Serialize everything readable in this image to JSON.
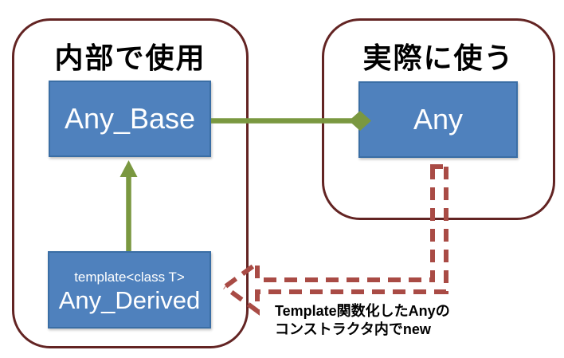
{
  "diagram": {
    "groups": {
      "internal": {
        "title": "内部で使用"
      },
      "actual": {
        "title": "実際に使う"
      }
    },
    "nodes": {
      "any_base": {
        "label": "Any_Base"
      },
      "any": {
        "label": "Any"
      },
      "any_derived": {
        "label": "Any_Derived",
        "stereotype": "template<class T>"
      }
    },
    "edges": [
      {
        "from": "Any_Base",
        "to": "Any",
        "style": "solid",
        "head": "diamond",
        "color": "#7a9840"
      },
      {
        "from": "Any_Derived",
        "to": "Any_Base",
        "style": "solid",
        "head": "triangle",
        "color": "#7a9840"
      },
      {
        "from": "Any",
        "to": "Any_Derived",
        "style": "dashed-hollow",
        "head": "open-chevron",
        "color": "#a94b45"
      }
    ],
    "annotation": {
      "line1": "Template関数化したAnyの",
      "line2": "コンストラクタ内でnew"
    }
  },
  "colors": {
    "node_fill": "#4f81bd",
    "node_border": "#3a6ea5",
    "node_text": "#ffffff",
    "group_border": "#632423",
    "green_arrow": "#7a9840",
    "dashed_arrow": "#a94b45",
    "title_text": "#000000",
    "background": "#ffffff"
  }
}
